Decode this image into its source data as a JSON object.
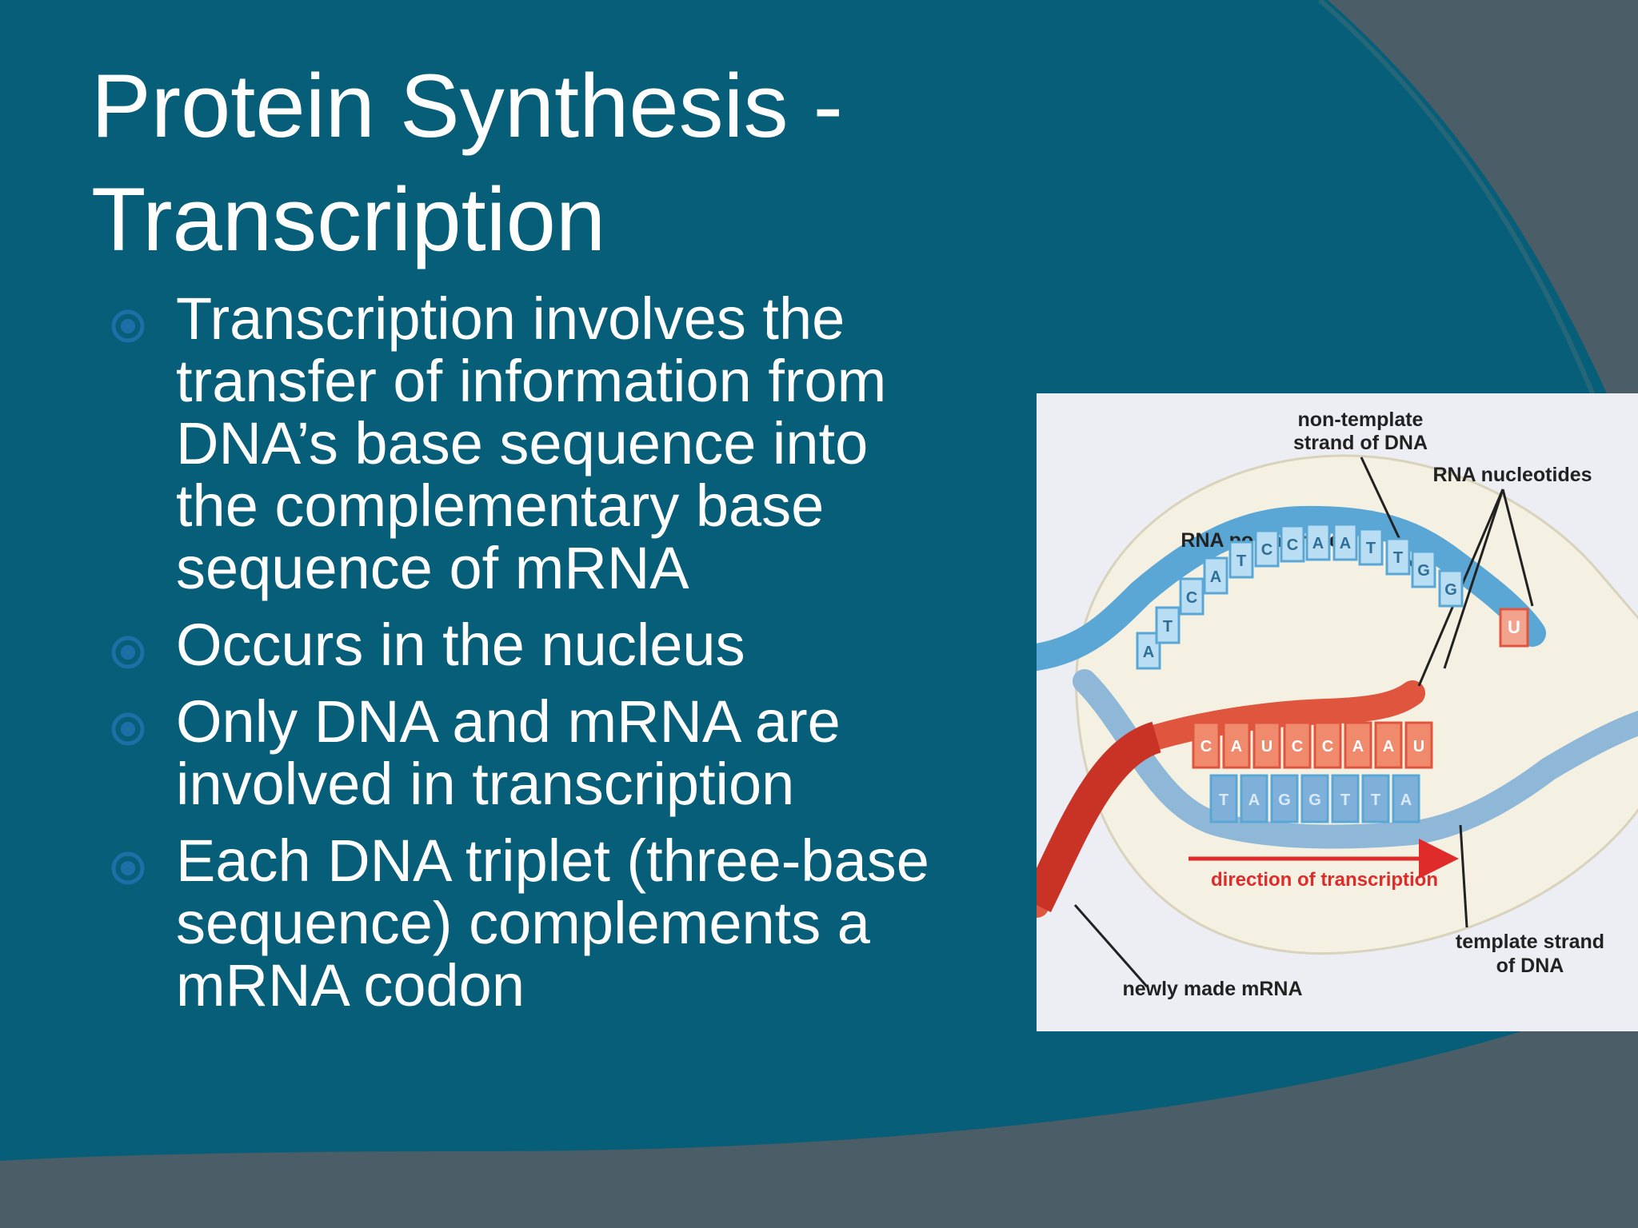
{
  "slide": {
    "title_line1": "Protein Synthesis -",
    "title_line2": "Transcription",
    "bullets": [
      {
        "icon": "circled-dot-icon",
        "lines": [
          "Transcription involves the",
          "transfer of information from",
          "DNA’s base sequence into",
          "the complementary base",
          "sequence of mRNA"
        ]
      },
      {
        "icon": "circled-dot-icon",
        "lines": [
          "Occurs in the nucleus"
        ]
      },
      {
        "icon": "circled-dot-icon",
        "lines": [
          "Only DNA and mRNA are",
          "involved in transcription"
        ]
      },
      {
        "icon": "circled-dot-icon",
        "lines": [
          "Each DNA triplet (three-base",
          "sequence) complements a",
          "mRNA codon"
        ]
      }
    ]
  },
  "diagram": {
    "labels": {
      "non_template_1": "non-template",
      "non_template_2": "strand of DNA",
      "rna_nucleotides": "RNA nucleotides",
      "rna_polymerase": "RNA polymerase",
      "direction": "direction of transcription",
      "template_1": "template strand",
      "template_2": "of DNA",
      "newly_made": "newly made mRNA"
    },
    "top_strand_bases": [
      "A",
      "T",
      "C",
      "A",
      "T",
      "C",
      "C",
      "A",
      "A",
      "T",
      "T",
      "G",
      "G"
    ],
    "mrna_bases": [
      "C",
      "A",
      "U",
      "C",
      "C",
      "A",
      "A",
      "U"
    ],
    "free_nucleotide": "U",
    "template_bases": [
      "T",
      "A",
      "G",
      "G",
      "T",
      "T",
      "A"
    ],
    "colors": {
      "background_teal": "#075e78",
      "background_gray": "#4b5d66",
      "bullet_icon": "#1e6fa8",
      "dna_blue": "#5aa7d6",
      "mrna_red": "#e0553e",
      "arrow_red": "#e02b2b"
    }
  }
}
